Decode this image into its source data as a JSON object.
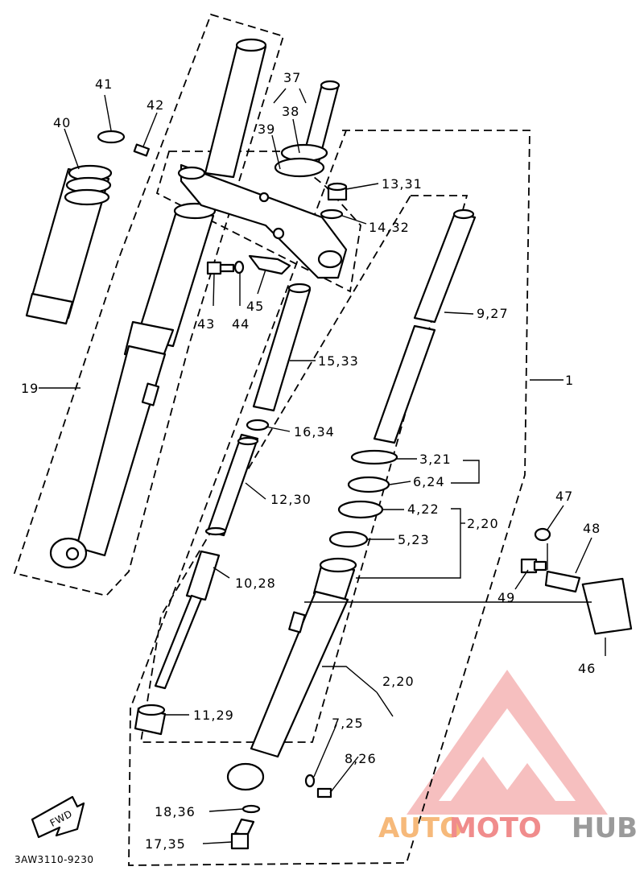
{
  "diagram_code": "3AW3110-9230",
  "fwd_label": "FWD",
  "watermark": {
    "part1": "AUTO",
    "part2": "MOTO",
    "part3": "HUB",
    "brand_color": "#f08c8c",
    "accent_color": "#f6b97a"
  },
  "callouts": {
    "c1": "1",
    "c2_20_upper": "2,20",
    "c2_20_lower": "2,20",
    "c3_21": "3,21",
    "c4_22": "4,22",
    "c5_23": "5,23",
    "c6_24": "6,24",
    "c7_25": "7,25",
    "c8_26": "8,26",
    "c9_27": "9,27",
    "c10_28": "10,28",
    "c11_29": "11,29",
    "c12_30": "12,30",
    "c13_31": "13,31",
    "c14_32": "14,32",
    "c15_33": "15,33",
    "c16_34": "16,34",
    "c17_35": "17,35",
    "c18_36": "18,36",
    "c19": "19",
    "c37": "37",
    "c38": "38",
    "c39": "39",
    "c40": "40",
    "c41": "41",
    "c42": "42",
    "c43": "43",
    "c44": "44",
    "c45": "45",
    "c46": "46",
    "c47": "47",
    "c48": "48",
    "c49": "49"
  }
}
